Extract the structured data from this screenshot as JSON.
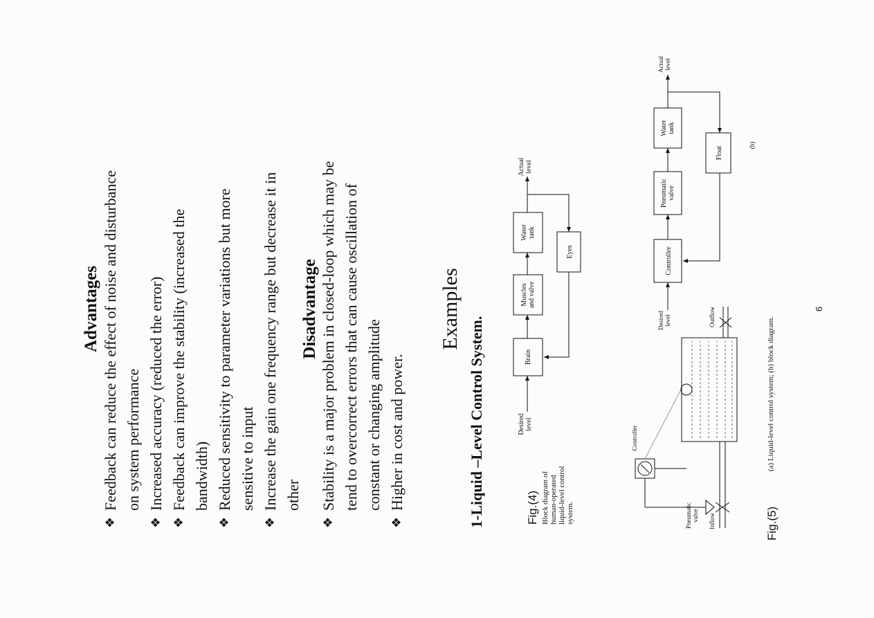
{
  "advantages": {
    "heading": "Advantages",
    "items": [
      [
        "Feedback can reduce the effect of noise and disturbance",
        "on system performance"
      ],
      [
        "Increased accuracy (reduced the error)"
      ],
      [
        "Feedback can improve the stability (increased the",
        "bandwidth)"
      ],
      [
        "Reduced sensitivity to parameter variations but more",
        "sensitive to input"
      ],
      [
        "Increase the gain one frequency range but decrease it in",
        "other"
      ]
    ]
  },
  "disadvantage": {
    "heading": "Disadvantage",
    "items": [
      [
        "Stability is a major problem in closed-loop which may be",
        "tend to overcorrect errors that can cause oscillation of",
        "constant or changing amplitude"
      ],
      [
        "Higher in cost and power."
      ]
    ]
  },
  "examples": {
    "heading": "Examples",
    "subheading": "1-Liquid –Level Control System."
  },
  "fig4": {
    "label": "Fig.(4)",
    "caption_lines": [
      "Block diagram of",
      "human-operated",
      "liquid-level control",
      "system."
    ],
    "desired": [
      "Desired",
      "level"
    ],
    "actual": [
      "Actual",
      "level"
    ],
    "blocks": {
      "brain": [
        "Brain"
      ],
      "muscles": [
        "Muscles",
        "and valve"
      ],
      "tank": [
        "Water",
        "tank"
      ],
      "eyes": [
        "Eyes"
      ]
    }
  },
  "fig5": {
    "label": "Fig.(5)",
    "caption": "(a) Liquid-level control system; (b) block diagram.",
    "diagram_b_label": "(b)",
    "physical": {
      "controller": "Controller",
      "pneumatic_valve": [
        "Pneumatic",
        "valve"
      ],
      "inflow": "Inflow",
      "outflow": "Outflow"
    },
    "block": {
      "desired": [
        "Desired",
        "level"
      ],
      "actual": [
        "Actual",
        "level"
      ],
      "controller": [
        "Controller"
      ],
      "pvalve": [
        "Pneumatic",
        "valve"
      ],
      "tank": [
        "Water",
        "tank"
      ],
      "float": [
        "Float"
      ]
    }
  },
  "page_number": "6"
}
